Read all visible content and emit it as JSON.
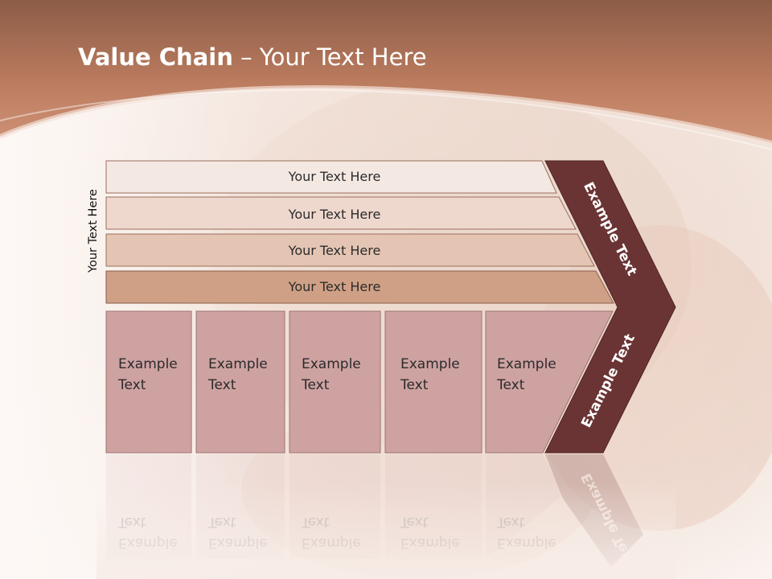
{
  "slide": {
    "title_bold": "Value Chain",
    "title_rest": " – Your Text Here",
    "side_label": "Your Text Here"
  },
  "rows": [
    {
      "label": "Your Text Here"
    },
    {
      "label": "Your Text Here"
    },
    {
      "label": "Your Text Here"
    },
    {
      "label": "Your Text Here"
    }
  ],
  "cells": [
    {
      "line1": "Example",
      "line2": "Text"
    },
    {
      "line1": "Example",
      "line2": "Text"
    },
    {
      "line1": "Example",
      "line2": "Text"
    },
    {
      "line1": "Example",
      "line2": "Text"
    },
    {
      "line1": "Example",
      "line2": "Text"
    }
  ],
  "chevron": {
    "upper": "Example Text",
    "lower": "Example Text"
  },
  "colors": {
    "header": "#c07c5f",
    "chevron": "#6b3434",
    "cell": "#cfa2a2",
    "row1": "#f4e8e3",
    "row2": "#eed8cd",
    "row3": "#e4c5b3",
    "row4": "#cfa085"
  }
}
